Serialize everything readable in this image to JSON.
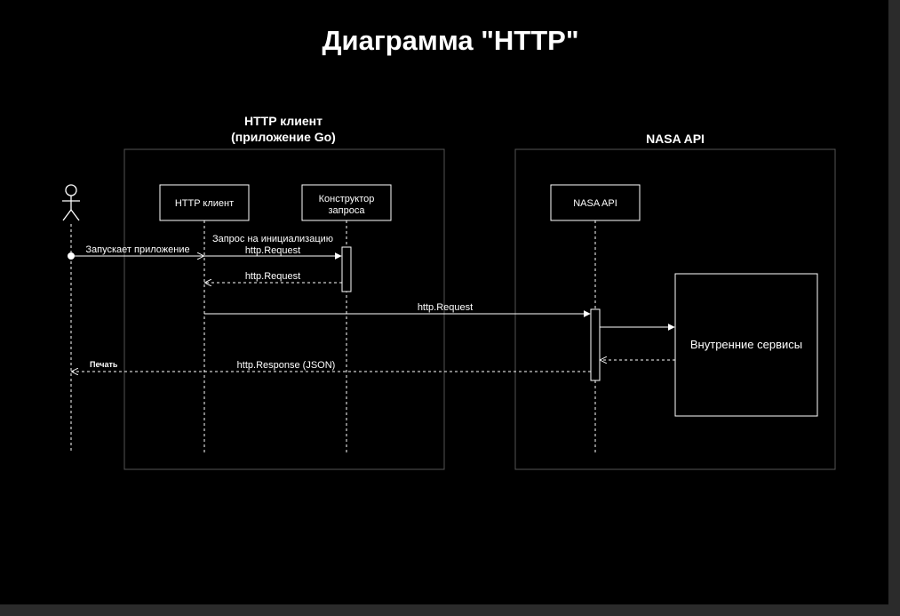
{
  "title": "Диаграмма \"HTTP\"",
  "groups": {
    "client": {
      "line1": "HTTP клиент",
      "line2": "(приложение Go)"
    },
    "nasa": {
      "label": "NASA API"
    }
  },
  "participants": {
    "http_client": "HTTP клиент",
    "builder_line1": "Конструктор",
    "builder_line2": "запроса",
    "nasa_api": "NASA API",
    "internal": "Внутренние сервисы"
  },
  "messages": {
    "start_app": "Запускает приложение",
    "init_line1": "Запрос на инициализацию",
    "init_line2": "http.Request",
    "return_request": "http.Request",
    "send_request": "http.Request",
    "response": "http.Response (JSON)",
    "print": "Печать"
  },
  "colors": {
    "background": "#000000",
    "foreground": "#ffffff",
    "group_border": "#555555"
  }
}
